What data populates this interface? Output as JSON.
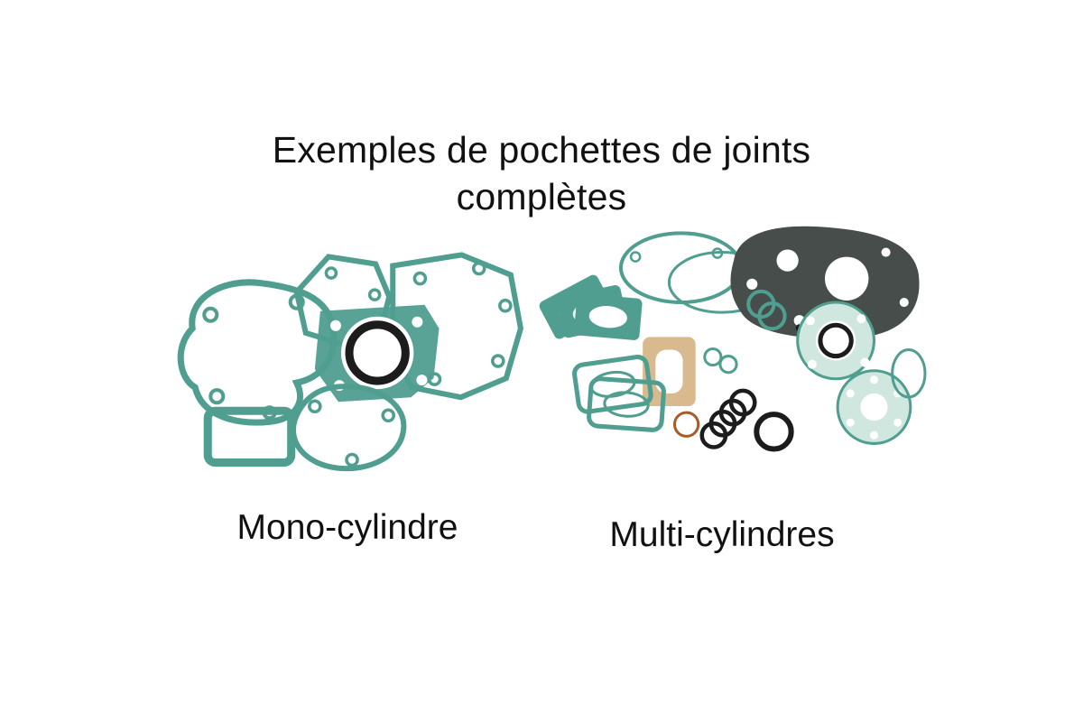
{
  "title": {
    "line1": "Exemples de pochettes de joints",
    "line2": "complètes"
  },
  "captions": {
    "left": "Mono-cylindre",
    "right": "Multi-cylindres"
  },
  "images": {
    "left_name": "mono-cylinder-gasket-kit-photo",
    "right_name": "multi-cylinder-gasket-kit-photo"
  },
  "colors": {
    "gasket_teal": "#4f9e8f",
    "gasket_teal_light": "#cfe7df",
    "oring_black": "#1c1c1c",
    "paper_tan": "#d9b98e",
    "dark_gasket": "#474d4b",
    "text_color": "#111111",
    "background": "#ffffff"
  }
}
